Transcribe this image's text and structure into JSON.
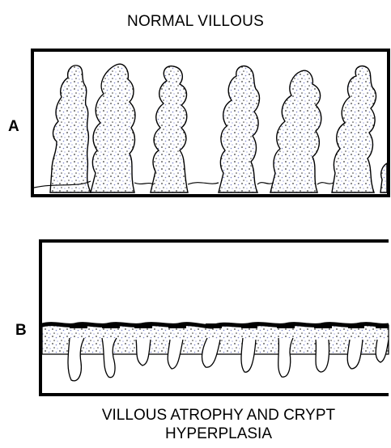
{
  "diagram": {
    "top_title": "NORMAL VILLOUS",
    "panel_a_label": "A",
    "panel_b_label": "B",
    "bottom_caption_line1": "VILLOUS ATROPHY AND CRYPT",
    "bottom_caption_line2": "HYPERPLASIA"
  },
  "colors": {
    "outline": "#000000",
    "stipple_dark": "#3a3a3a",
    "stipple_blue": "#7b83c9",
    "background": "#ffffff"
  }
}
